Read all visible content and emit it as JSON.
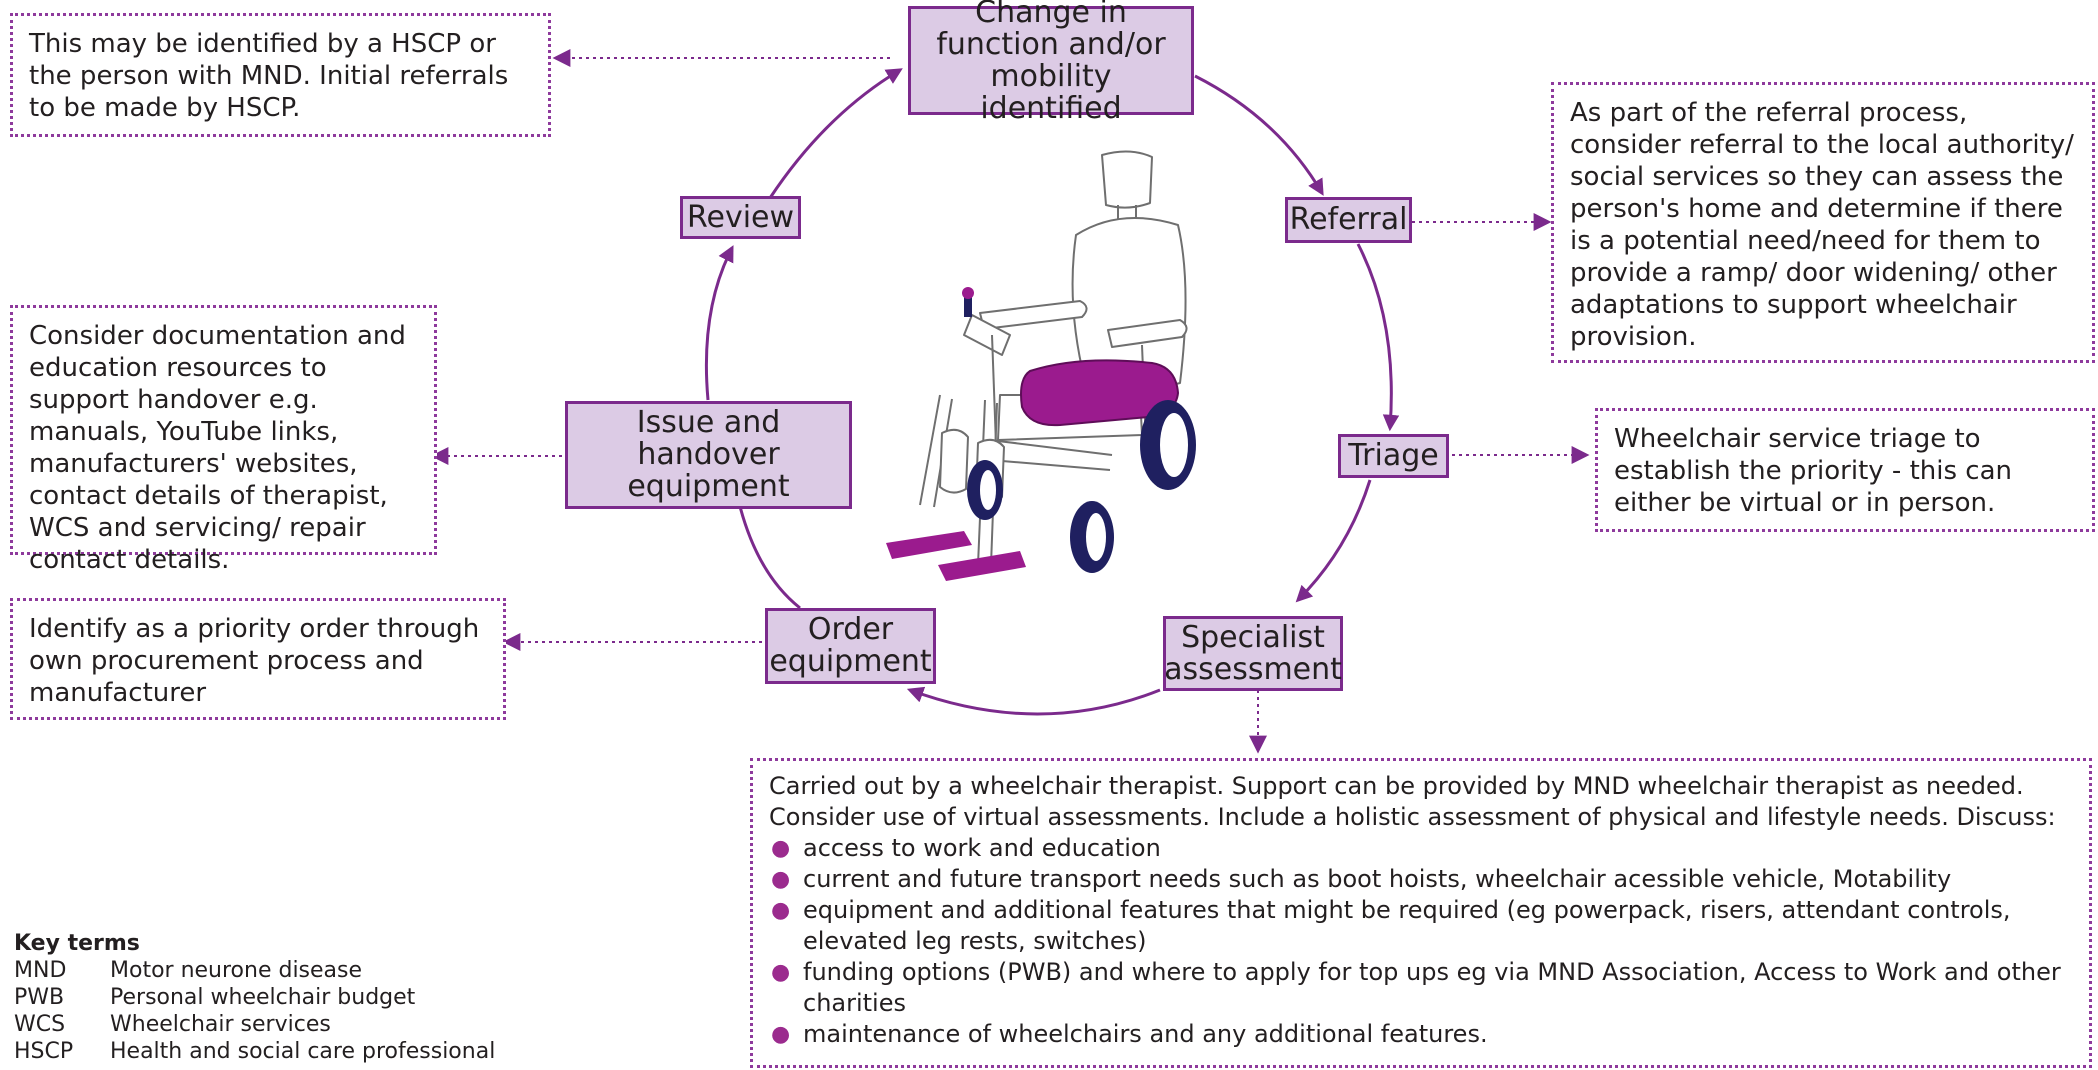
{
  "colors": {
    "accent": "#7b2a8c",
    "box_fill": "#dccbe5",
    "seat": "#9b1b8e",
    "wheel": "#1f2060"
  },
  "cycle": {
    "change": "Change in function and/or mobility identified",
    "referral": "Referral",
    "triage": "Triage",
    "specialist": "Specialist assessment",
    "order": "Order equipment",
    "issue": "Issue and handover equipment",
    "review": "Review"
  },
  "notes": {
    "change": "This may be identified by a HSCP or the person with MND. Initial referrals to be made by HSCP.",
    "referral": "As part of the referral process, consider referral to the local authority/ social services so they can assess the person's home and determine if there is a potential need/need for them to provide a ramp/ door widening/ other adaptations to support wheelchair provision.",
    "triage": "Wheelchair service triage to establish the priority - this can either be virtual or in person.",
    "issue": "Consider documentation and education resources to support handover e.g. manuals, YouTube links, manufacturers' websites, contact details of therapist, WCS and servicing/ repair contact details.",
    "order": "Identify as a priority order through own procurement process and manufacturer",
    "specialist": {
      "intro": "Carried out by a wheelchair therapist. Support can be provided by MND wheelchair therapist as needed. Consider use of virtual assessments. Include a holistic assessment of physical and lifestyle needs. Discuss:",
      "items": [
        "access to work and education",
        "current and future transport needs such as boot hoists, wheelchair acessible vehicle, Motability",
        "equipment and additional features that might be required (eg powerpack, risers, attendant controls, elevated leg rests, switches)",
        "funding options (PWB) and where to apply for top ups eg via MND Association, Access to Work and other charities",
        "maintenance of wheelchairs and any additional features."
      ]
    }
  },
  "key_terms": {
    "title": "Key terms",
    "items": [
      {
        "abbr": "MND",
        "text": "Motor neurone disease"
      },
      {
        "abbr": "PWB",
        "text": "Personal wheelchair budget"
      },
      {
        "abbr": "WCS",
        "text": "Wheelchair services"
      },
      {
        "abbr": "HSCP",
        "text": "Health and social care professional"
      }
    ]
  },
  "illustration": "wheelchair-icon"
}
